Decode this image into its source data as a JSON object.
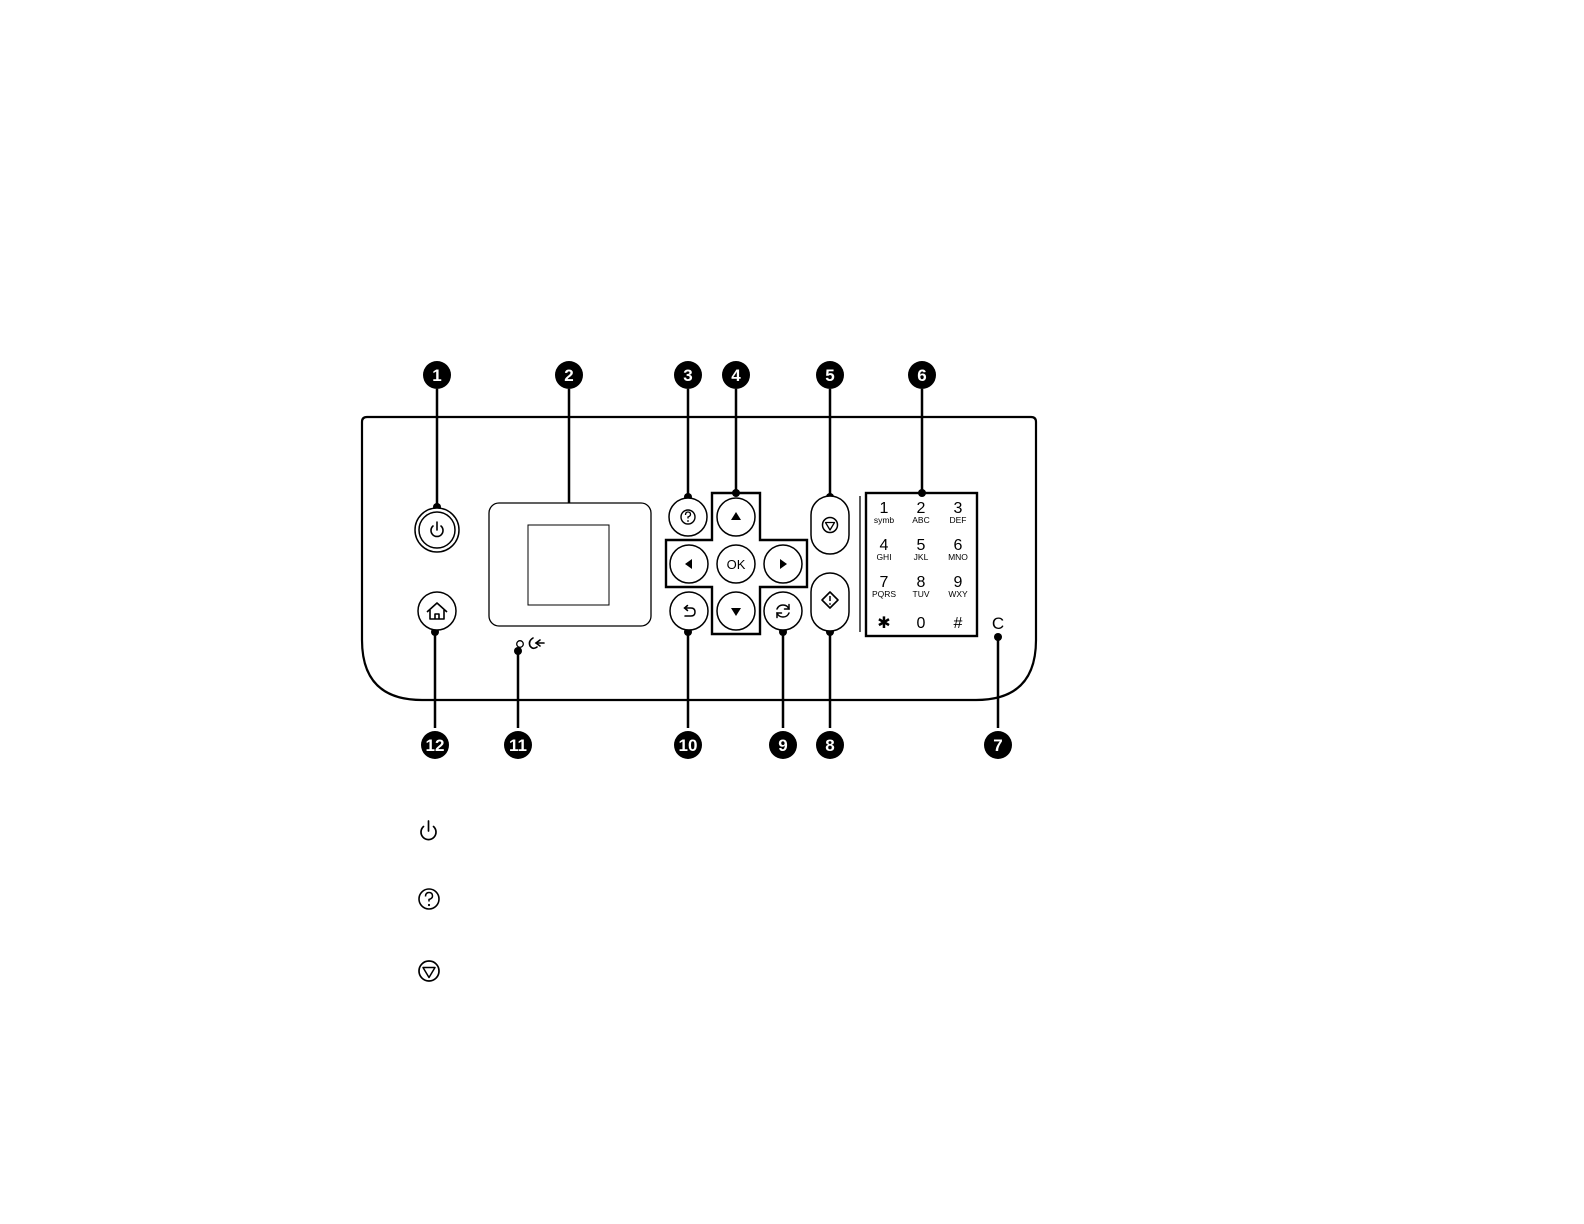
{
  "callouts": [
    {
      "id": 1,
      "label": "1"
    },
    {
      "id": 2,
      "label": "2"
    },
    {
      "id": 3,
      "label": "3"
    },
    {
      "id": 4,
      "label": "4"
    },
    {
      "id": 5,
      "label": "5"
    },
    {
      "id": 6,
      "label": "6"
    },
    {
      "id": 7,
      "label": "7"
    },
    {
      "id": 8,
      "label": "8"
    },
    {
      "id": 9,
      "label": "9"
    },
    {
      "id": 10,
      "label": "10"
    },
    {
      "id": 11,
      "label": "11"
    },
    {
      "id": 12,
      "label": "12"
    }
  ],
  "dpad": {
    "ok_label": "OK"
  },
  "keypad": [
    {
      "digit": "1",
      "letters": "symb"
    },
    {
      "digit": "2",
      "letters": "ABC"
    },
    {
      "digit": "3",
      "letters": "DEF"
    },
    {
      "digit": "4",
      "letters": "GHI"
    },
    {
      "digit": "5",
      "letters": "JKL"
    },
    {
      "digit": "6",
      "letters": "MNO"
    },
    {
      "digit": "7",
      "letters": "PQRS"
    },
    {
      "digit": "8",
      "letters": "TUV"
    },
    {
      "digit": "9",
      "letters": "WXY"
    },
    {
      "digit": "✱",
      "letters": ""
    },
    {
      "digit": "0",
      "letters": ""
    },
    {
      "digit": "#",
      "letters": ""
    }
  ],
  "clear_key": "C",
  "legend_icons": [
    "power-icon",
    "help-icon",
    "stop-icon"
  ],
  "colors": {
    "ink": "#000000",
    "paper": "#ffffff"
  }
}
